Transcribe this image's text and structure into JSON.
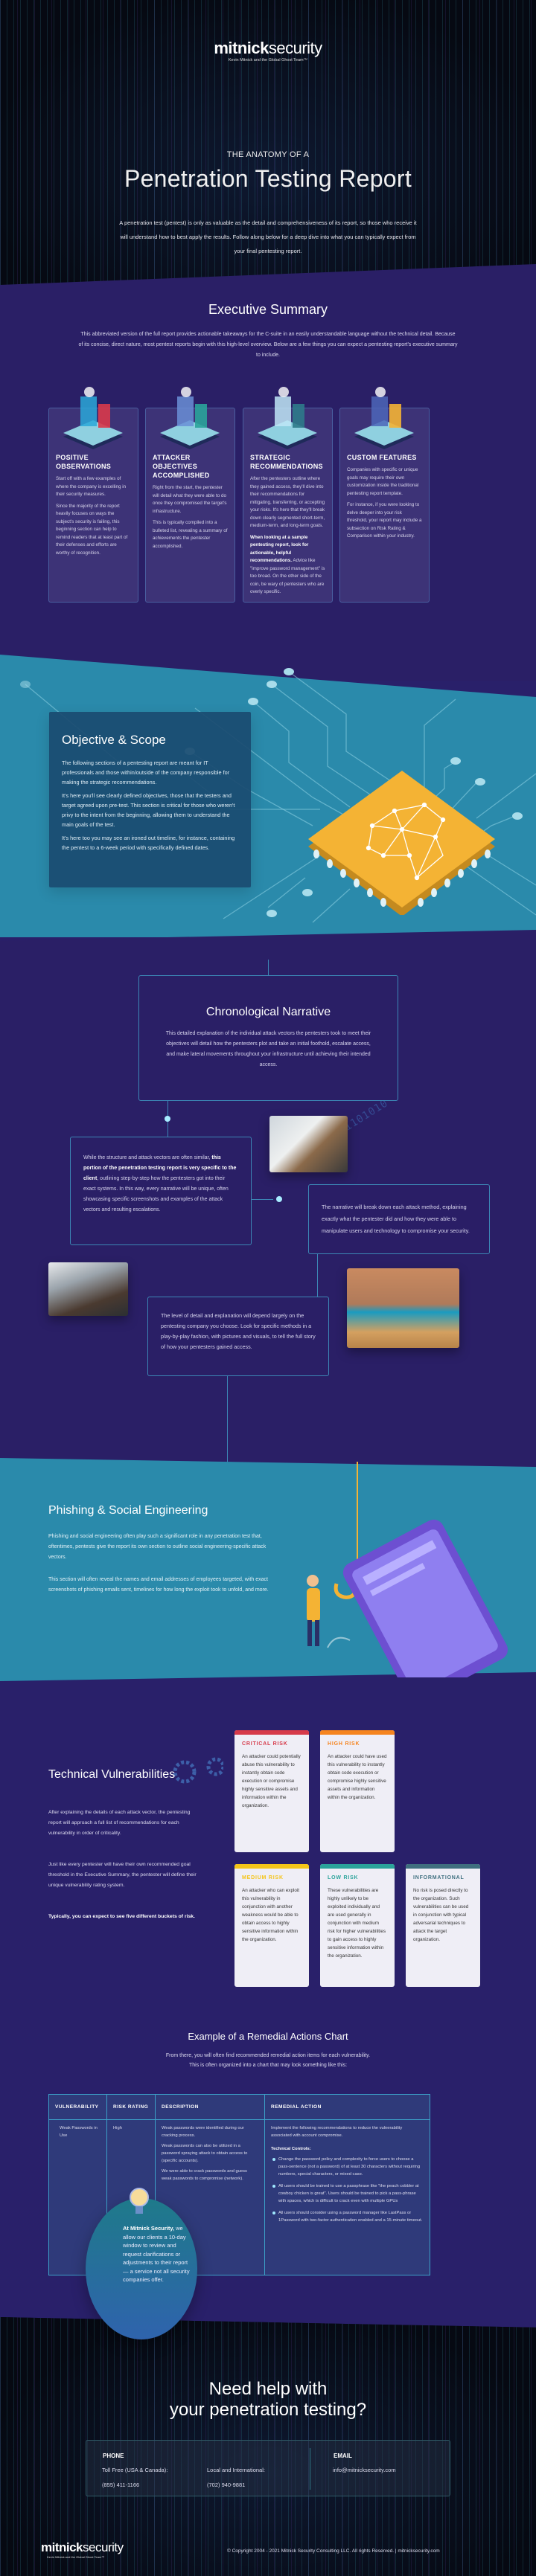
{
  "brand": {
    "logo_bold": "mitnick",
    "logo_light": "security",
    "tagline": "Kevin Mitnick and the Global Ghost Team™"
  },
  "hero": {
    "kicker": "THE ANATOMY OF A",
    "title": "Penetration Testing Report",
    "intro": "A penetration test (pentest) is only as valuable as the detail and comprehensiveness of its report, so those who receive it will understand how to best apply the results. Follow along below for a deep dive into what you can typically expect from your final pentesting report."
  },
  "executive": {
    "title": "Executive Summary",
    "intro": "This abbreviated version of the full report provides actionable takeaways for the C-suite in an easily understandable language without the technical detail. Because of its concise, direct nature, most pentest reports begin with this high-level overview. Below are a few things you can expect a pentesting report's executive summary to include.",
    "cards": [
      {
        "title": "POSITIVE OBSERVATIONS",
        "icon": "people-profiles-illustration",
        "p1": "Start off with a few examples of where the company is excelling in their security measures.",
        "p2": "Since the majority of the report heavily focuses on ways the subject's security is failing, this beginning section can help to remind readers that at least part of their defenses and efforts are worthy of recognition."
      },
      {
        "title": "ATTACKER OBJECTIVES ACCOMPLISHED",
        "icon": "surveillance-screens-illustration",
        "p1": "Right from the start, the pentester will detail what they were able to do once they compromised the target's infrastructure.",
        "p2": "This is typically compiled into a bulleted list, revealing a summary of achievements the pentester accomplished."
      },
      {
        "title": "STRATEGIC RECOMMENDATIONS",
        "icon": "cloud-servers-illustration",
        "p1": "After the pentesters outline where they gained access, they'll dive into their recommendations for mitigating, transferring, or accepting your risks. It's here that they'll break down clearly segmented short-term, medium-term, and long-term goals.",
        "p2_bold": "When looking at a sample pentesting report, look for actionable, helpful recommendations.",
        "p2": " Advice like \"improve password management\" is too broad. On the other side of the coin, be wary of pentesters who are overly specific."
      },
      {
        "title": "CUSTOM FEATURES",
        "icon": "dashboard-gear-illustration",
        "p1": "Companies with specific or unique goals may require their own customization inside the traditional pentesting report template.",
        "p2": "For instance, if you were looking to delve deeper into your risk threshold, your report may include a subsection on Risk Rating & Comparison within your industry."
      }
    ]
  },
  "objective": {
    "title": "Objective & Scope",
    "p1": "The following sections of a pentesting report are meant for IT professionals and those within/outside of the company responsible for making the strategic recommendations.",
    "p2": "It's here you'll see clearly defined objectives, those that the testers and target agreed upon pre-test. This section is critical for those who weren't privy to the intent from the beginning, allowing them to understand the main goals of the test.",
    "p3": "It's here too you may see an ironed out timeline, for instance, containing the pentest to a 6-week period with specifically defined dates."
  },
  "narrative": {
    "title": "Chronological Narrative",
    "intro": "This detailed explanation of the individual attack vectors the pentesters took to meet their objectives will detail how the pentesters plot and take an initial foothold, escalate access, and make lateral movements throughout your infrastructure until achieving their intended access.",
    "box1_a": "While the structure and attack vectors are often similar, ",
    "box1_b": "this portion of the penetration testing report is very specific to the client",
    "box1_c": ", outlining step-by-step how the pentesters got into their exact systems. In this way, every narrative will be unique, often showcasing specific screenshots and examples of the attack vectors and resulting escalations.",
    "box2": "The narrative will break down each attack method, explaining exactly what the pentester did and how they were able to manipulate users and technology to compromise your security.",
    "box3": "The level of detail and explanation will depend largely on the pentesting company you choose. Look for specific methods in a play-by-play fashion, with pictures and visuals, to tell the full story of how your pentesters gained access."
  },
  "phishing": {
    "title": "Phishing & Social Engineering",
    "p1": "Phishing and social engineering often play such a significant role in any penetration test that, oftentimes, pentests give the report its own section to outline social engineering-specific attack vectors.",
    "p2": "This section will often reveal the names and email addresses of employees targeted, with exact screenshots of phishing emails sent, timelines for how long the exploit took to unfold, and more."
  },
  "technical": {
    "title": "Technical Vulnerabilities",
    "p1": "After explaining the details of each attack vector, the pentesting report will approach a full list of recommendations for each vulnerability in order of criticality.",
    "p2": "Just like every pentester will have their own recommended goal threshold in the Executive Summary, the pentester will define their unique vulnerability rating system.",
    "p3": "Typically, you can expect to see five different buckets of risk.",
    "risks": [
      {
        "label": "CRITICAL RISK",
        "color": "#d63a4a",
        "text": "An attacker could potentially abuse this vulnerability to instantly obtain code execution or compromise highly sensitive assets and information within the organization."
      },
      {
        "label": "HIGH RISK",
        "color": "#f5841f",
        "text": "An attacker could have used this vulnerability to instantly obtain code execution or compromise highly sensitive assets and information within the organization."
      },
      {
        "label": "MEDIUM RISK",
        "color": "#f5c518",
        "text": "An attacker who can exploit this vulnerability in conjunction with another weakness would be able to obtain access to highly sensitive information within the organization."
      },
      {
        "label": "LOW RISK",
        "color": "#2aa39a",
        "text": "These vulnerabilities are highly unlikely to be exploited individually and are used generally in conjunction with medium risk for higher vulnerabilities to gain access to highly sensitive information within the organization."
      },
      {
        "label": "INFORMATIONAL",
        "color": "#3f6f7f",
        "text": "No risk is posed directly to the organization. Such vulnerabilities can be used in conjunction with typical adversarial techniques to attack the target organization."
      }
    ]
  },
  "remedial": {
    "title": "Example of a Remedial Actions Chart",
    "intro1": "From there, you will often find recommended remedial action items for each vulnerability.",
    "intro2": "This is often organized into a chart that may look something like this:",
    "headers": [
      "VULNERABILITY",
      "RISK RATING",
      "DESCRIPTION",
      "REMEDIAL ACTION"
    ],
    "row": {
      "vulnerability": "Weak Passwords in Use",
      "rating": "High",
      "description": [
        "Weak passwords were identified during our cracking process.",
        "Weak passwords can also be utilized in a password spraying attack to obtain access to (specific accounts).",
        "We were able to crack passwords and guess weak passwords to compromise (network)."
      ],
      "action_intro": "Implement the following recommendations to reduce the vulnerability associated with account compromise.",
      "controls_label": "Technical Controls:",
      "bullets": [
        "Change the password policy and complexity to force users to choose a pass-sentence (not a password) of at least 30 characters without requiring numbers, special characters, or mixed case.",
        "All users should be trained to use a passphrase like \"the peach cobbler at cowboy chicken is great\". Users should be trained to pick a pass-phrase with spaces, which is difficult to crack even with multiple GPUs",
        "All users should consider using a password manager like LastPass or 1Password with two-factor authentication enabled and a 15-minute timeout."
      ]
    },
    "callout_bold": "At Mitnick Security,",
    "callout": " we allow our clients a 10-day window to review and request clarifications or adjustments to their report— a service not all security companies offer."
  },
  "footer": {
    "title1": "Need help with",
    "title2": "your penetration testing?",
    "phone_label": "PHONE",
    "tollfree_label": "Toll Free (USA & Canada):",
    "tollfree": "(855) 411-1166",
    "local_label": "Local and International:",
    "local": "(702) 940-9881",
    "email_label": "EMAIL",
    "email": "info@mitnicksecurity.com",
    "copyright": "© Copyright 2004 - 2021 Mitnick Security Consulting LLC. All rights Reserved. | mitnicksecurity.com"
  }
}
